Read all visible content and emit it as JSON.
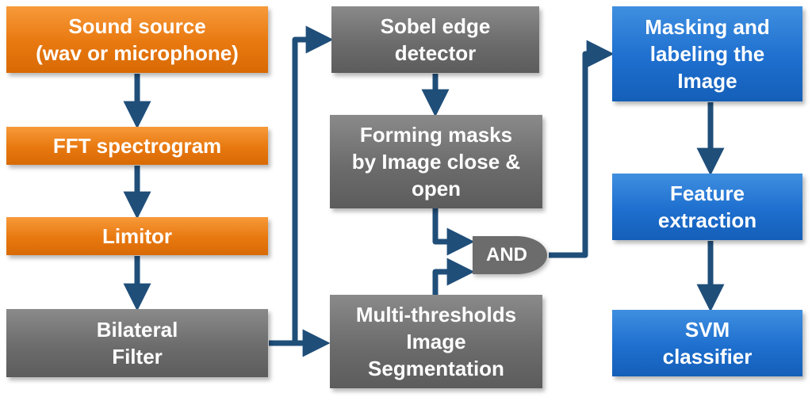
{
  "colors": {
    "orange": "#e8780f",
    "gray": "#6c6c6c",
    "blue": "#1e6fcf",
    "arrow": "#1f4e79"
  },
  "boxes": {
    "sound_source": "Sound  source\n(wav or microphone)",
    "fft": "FFT spectrogram",
    "limitor": "Limitor",
    "bilateral": "Bilateral\nFilter",
    "sobel": "Sobel edge\ndetector",
    "masks": "Forming masks\nby Image close &\nopen",
    "multithreshold": "Multi-thresholds\nImage\nSegmentation",
    "and_gate": "AND",
    "masking": "Masking and\nlabeling the\nImage",
    "feature": "Feature\nextraction",
    "svm": "SVM\nclassifier"
  }
}
